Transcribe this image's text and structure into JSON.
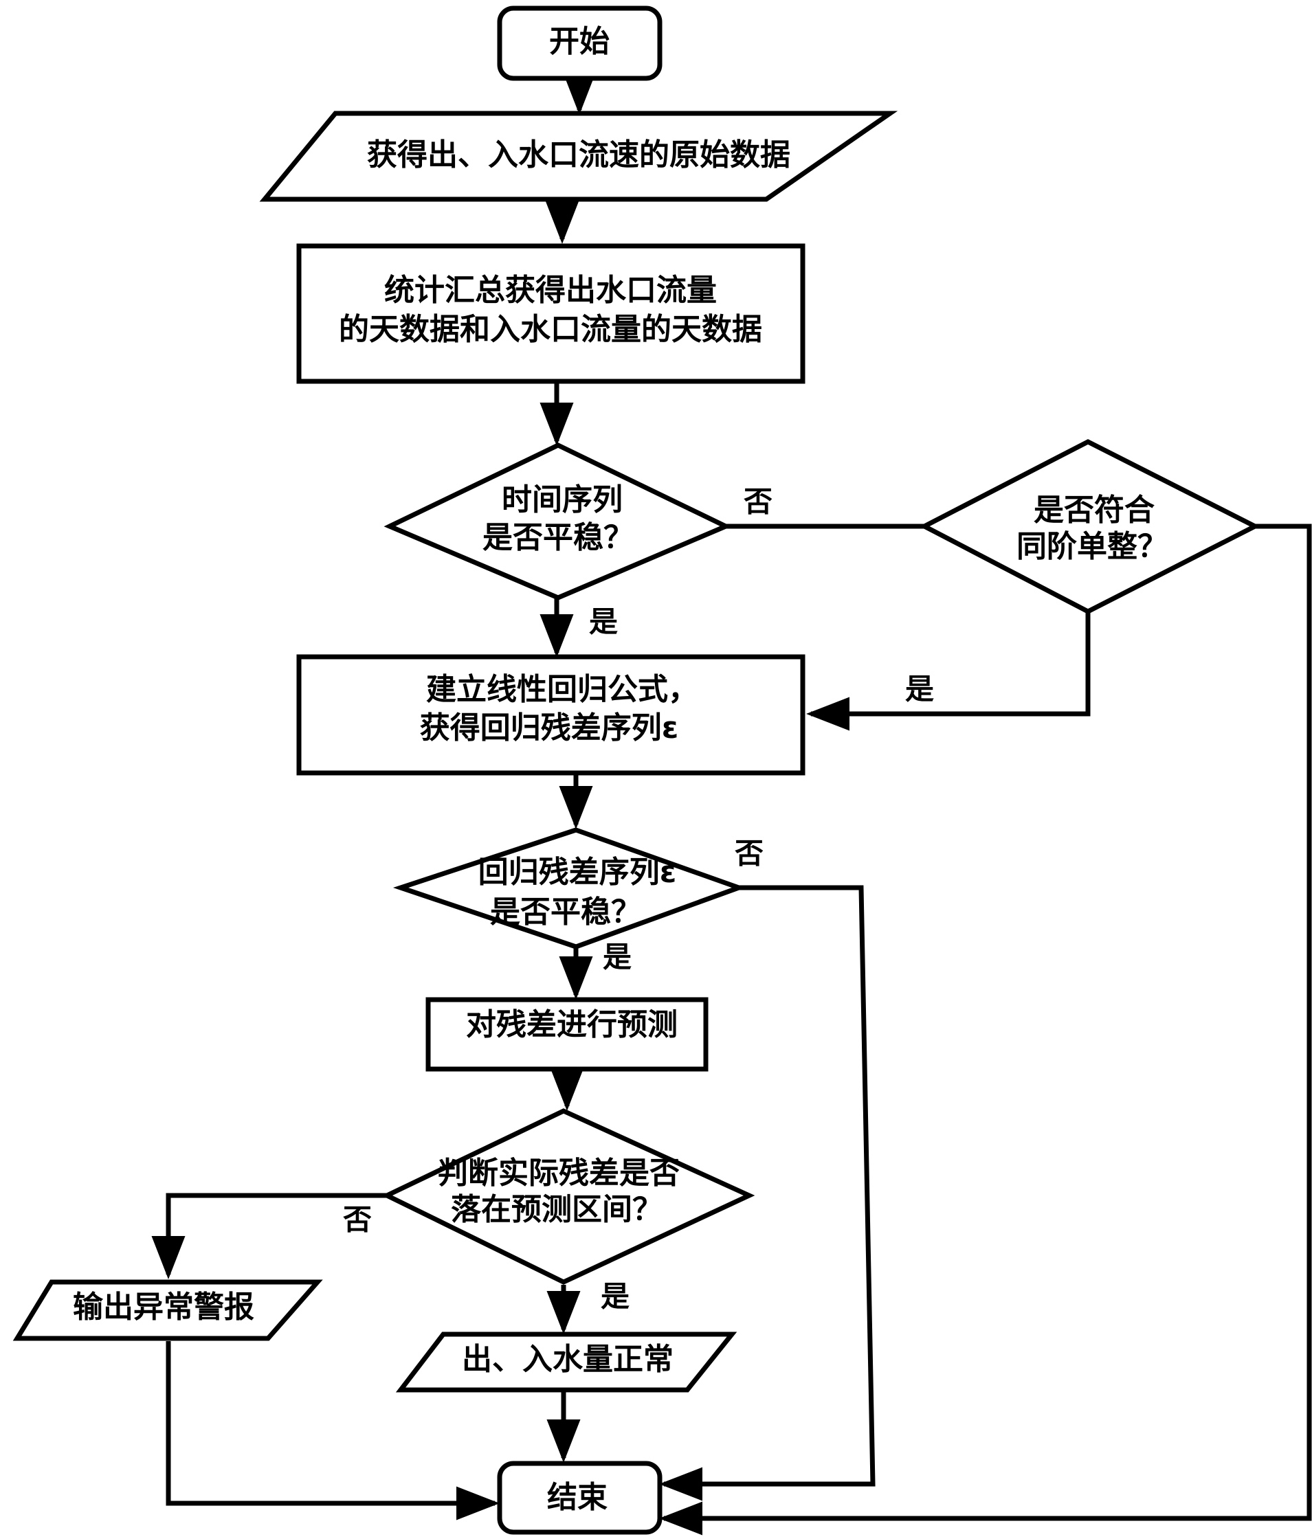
{
  "nodes": {
    "start": "开始",
    "get_raw_data": "获得出、入水口流速的原始数据",
    "aggregate_line1": "统计汇总获得出水口流量",
    "aggregate_line2": "的天数据和入水口流量的天数据",
    "stationary_q_line1": "时间序列",
    "stationary_q_line2": "是否平稳？",
    "cointegration_q_line1": "是否符合",
    "cointegration_q_line2": "同阶单整？",
    "regression_line1": "建立线性回归公式，",
    "regression_line2": "获得回归残差序列ε",
    "residual_q_line1": "回归残差序列ε",
    "residual_q_line2": "是否平稳？",
    "predict_residual": "对残差进行预测",
    "interval_q_line1": "判断实际残差是否",
    "interval_q_line2": "落在预测区间？",
    "alarm": "输出异常警报",
    "normal": "出、入水量正常",
    "end": "结束"
  },
  "branch_labels": {
    "stationary_no": "否",
    "stationary_yes": "是",
    "cointegration_yes": "是",
    "residual_no": "否",
    "residual_yes": "是",
    "interval_no": "否",
    "interval_yes": "是"
  }
}
